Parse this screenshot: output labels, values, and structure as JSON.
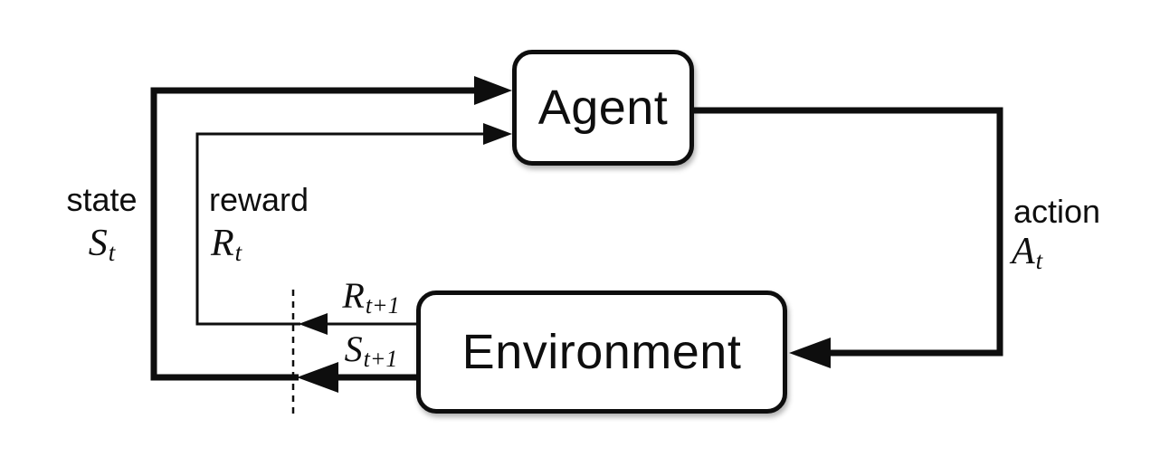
{
  "colors": {
    "ink": "#0e0e0e",
    "background": "#ffffff"
  },
  "nodes": {
    "agent": {
      "label": "Agent"
    },
    "environment": {
      "label": "Environment"
    }
  },
  "edges": {
    "state": {
      "word": "state",
      "symbol_base": "S",
      "symbol_sub": "t"
    },
    "reward": {
      "word": "reward",
      "symbol_base": "R",
      "symbol_sub": "t"
    },
    "action": {
      "word": "action",
      "symbol_base": "A",
      "symbol_sub": "t"
    },
    "next_reward": {
      "symbol_base": "R",
      "symbol_sub": "t+1"
    },
    "next_state": {
      "symbol_base": "S",
      "symbol_sub": "t+1"
    }
  }
}
